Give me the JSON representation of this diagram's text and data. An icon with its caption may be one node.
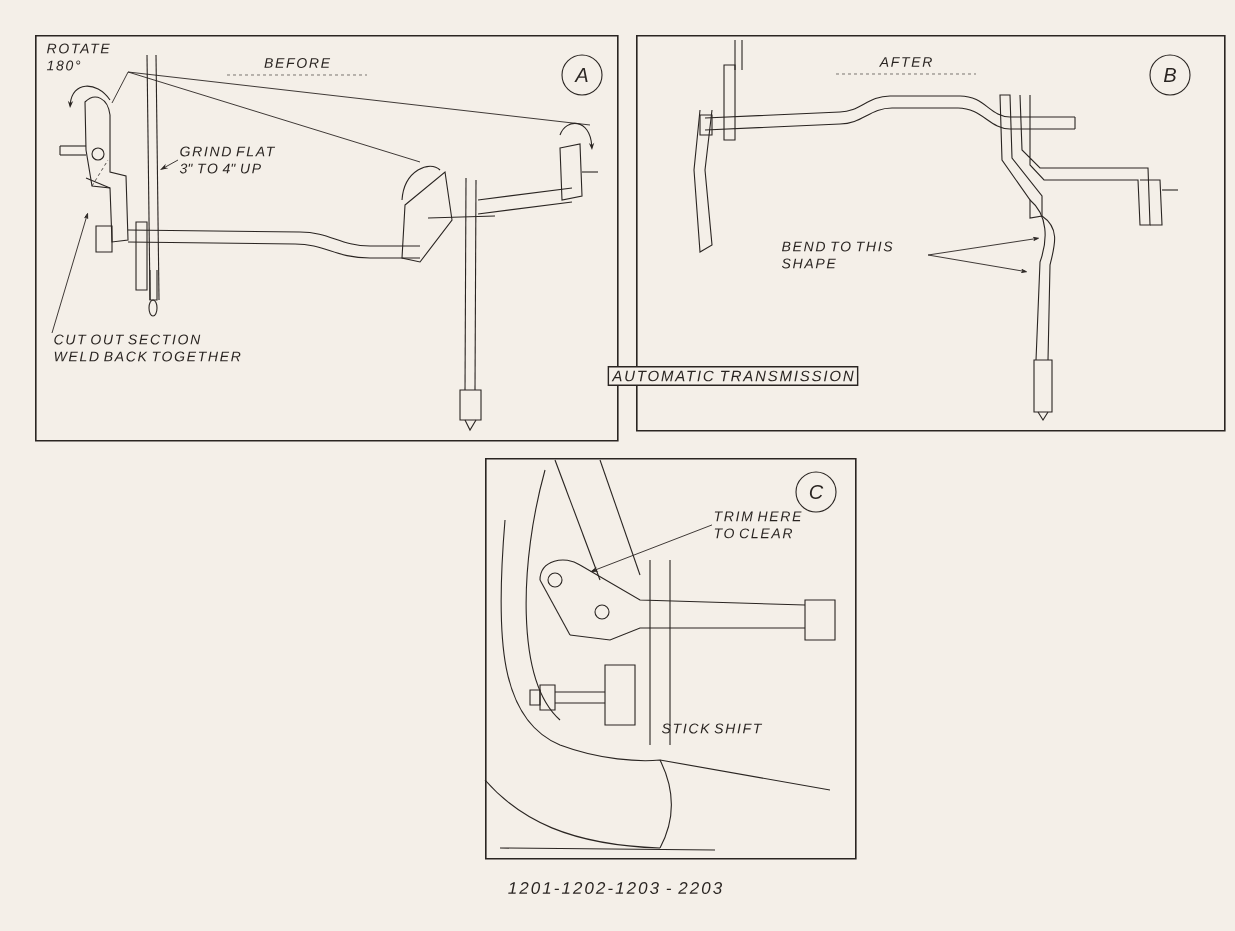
{
  "diagram": {
    "nodes": [
      {
        "text": [
          "BEFORE"
        ]
      },
      {
        "text": [
          "A"
        ],
        "in": 0
      },
      {
        "text": [
          "ROTATE 180°"
        ],
        "in": 0
      },
      {
        "text": [
          "GRIND FLAT 3\" TO 4\" UP"
        ],
        "in": 0
      },
      {
        "text": [
          "CUT OUT SECTION WELD BACK TOGETHER"
        ],
        "in": 0
      },
      {
        "text": [
          "AFTER"
        ]
      },
      {
        "text": [
          "B"
        ],
        "in": 5
      },
      {
        "text": [
          "BEND TO THIS SHAPE"
        ],
        "in": 5
      },
      {
        "text": [
          "AUTOMATIC TRANSMISSION"
        ]
      },
      {
        "text": [],
        "shape": "box"
      },
      {
        "text": [
          "C"
        ],
        "in": 9
      },
      {
        "text": [
          "TRIM HERE TO CLEAR"
        ],
        "in": 9
      },
      {
        "text": [
          "STICK SHIFT"
        ],
        "in": 9
      }
    ],
    "edges": [
      {
        "from": 2,
        "to": null,
        "arrow": "none"
      },
      {
        "from": 2,
        "to": null,
        "arrow": "none"
      },
      {
        "from": 2,
        "to": null,
        "arrow": "none"
      },
      {
        "from": 3,
        "to": null,
        "arrow": "to"
      },
      {
        "from": 4,
        "to": null,
        "arrow": "to"
      },
      {
        "from": 7,
        "to": null,
        "arrow": "to"
      },
      {
        "from": 7,
        "to": null,
        "arrow": "to"
      },
      {
        "from": 11,
        "to": null,
        "arrow": "to"
      }
    ],
    "labels": [
      "1201-1202-1203 - 2203"
    ]
  }
}
